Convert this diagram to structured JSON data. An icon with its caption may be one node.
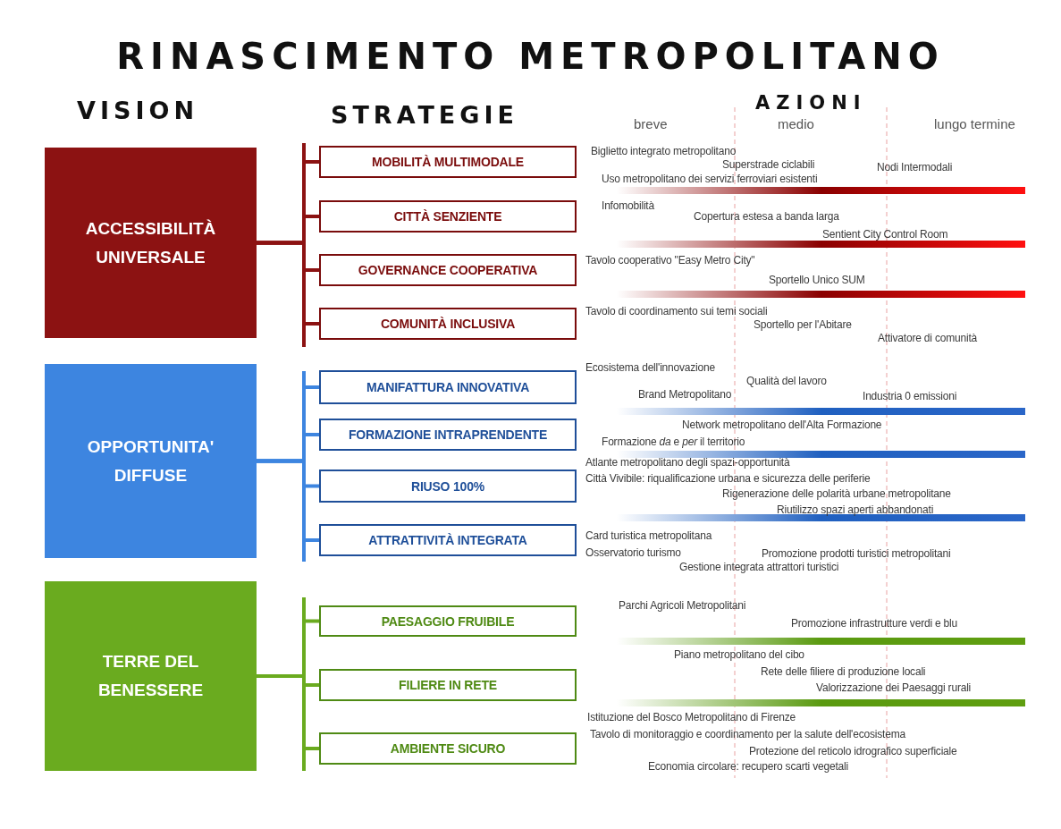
{
  "diagram": {
    "title": "RINASCIMENTO METROPOLITANO",
    "nodes": [
      {
        "text": [
          "ACCESSIBILITÀ UNIVERSALE"
        ]
      },
      {
        "text": [
          "MOBILITÀ MULTIMODALE"
        ]
      },
      {
        "text": [
          "CITTÀ SENZIENTE"
        ]
      },
      {
        "text": [
          "GOVERNANCE COOPERATIVA"
        ]
      },
      {
        "text": [
          "COMUNITÀ INCLUSIVA"
        ]
      },
      {
        "text": [
          "OPPORTUNITA' DIFFUSE"
        ]
      },
      {
        "text": [
          "MANIFATTURA INNOVATIVA"
        ]
      },
      {
        "text": [
          "FORMAZIONE INTRAPRENDENTE"
        ]
      },
      {
        "text": [
          "RIUSO 100%"
        ]
      },
      {
        "text": [
          "ATTRATTIVITÀ INTEGRATA"
        ]
      },
      {
        "text": [
          "TERRE DEL BENESSERE"
        ]
      },
      {
        "text": [
          "PAESAGGIO FRUIBILE"
        ]
      },
      {
        "text": [
          "FILIERE IN RETE"
        ]
      },
      {
        "text": [
          "AMBIENTE SICURO"
        ]
      }
    ],
    "edges": [
      {
        "from": 0,
        "to": 1,
        "arrow": "none",
        "color": "#8c1212"
      },
      {
        "from": 0,
        "to": 2,
        "arrow": "none",
        "color": "#8c1212"
      },
      {
        "from": 0,
        "to": 3,
        "arrow": "none",
        "color": "#8c1212"
      },
      {
        "from": 0,
        "to": 4,
        "arrow": "none",
        "color": "#8c1212"
      },
      {
        "from": 5,
        "to": 6,
        "arrow": "none",
        "color": "#3d85e0"
      },
      {
        "from": 5,
        "to": 7,
        "arrow": "none",
        "color": "#3d85e0"
      },
      {
        "from": 5,
        "to": 8,
        "arrow": "none",
        "color": "#3d85e0"
      },
      {
        "from": 5,
        "to": 9,
        "arrow": "none",
        "color": "#3d85e0"
      },
      {
        "from": 10,
        "to": 11,
        "arrow": "none",
        "color": "#6aab1f"
      },
      {
        "from": 10,
        "to": 12,
        "arrow": "none",
        "color": "#6aab1f"
      },
      {
        "from": 10,
        "to": 13,
        "arrow": "none",
        "color": "#6aab1f"
      }
    ],
    "labels": [
      "VISION",
      "STRATEGIE",
      "AZIONI",
      "breve",
      "medio",
      "lungo termine",
      "Biglietto integrato metropolitano",
      "Superstrade ciclabili",
      "Nodi Intermodali",
      "Uso metropolitano dei servizi ferroviari esistenti",
      "Infomobilità",
      "Copertura estesa a banda larga",
      "Sentient City Control Room",
      "Tavolo cooperativo \"Easy Metro City\"",
      "Sportello Unico SUM",
      "Tavolo di coordinamento sui temi sociali",
      "Sportello per l'Abitare",
      "Attivatore di comunità",
      "Ecosistema dell'innovazione",
      "Qualità del lavoro",
      "Brand Metropolitano",
      "Industria 0 emissioni",
      "Network metropolitano dell'Alta Formazione",
      "Formazione *da* e *per* il territorio",
      "Atlante metropolitano degli spazi-opportunità",
      "Città Vivibile: riqualificazione urbana e sicurezza delle periferie",
      "Rigenerazione delle polarità urbane metropolitane",
      "Riutilizzo spazi aperti abbandonati",
      "Card turistica metropolitana",
      "Osservatorio turismo",
      "Promozione prodotti turistici metropolitani",
      "Gestione integrata attrattori turistici",
      "Parchi Agricoli Metropolitani",
      "Promozione infrastrutture verdi e blu",
      "Piano metropolitano del cibo",
      "Rete delle filiere di produzione locali",
      "Valorizzazione dei Paesaggi rurali",
      "Istituzione del Bosco Metropolitano di Firenze",
      "Tavolo di monitoraggio e coordinamento per la salute dell'ecosistema",
      "Protezione del reticolo idrografico superficiale",
      "Economia circolare: recupero scarti vegetali"
    ]
  }
}
